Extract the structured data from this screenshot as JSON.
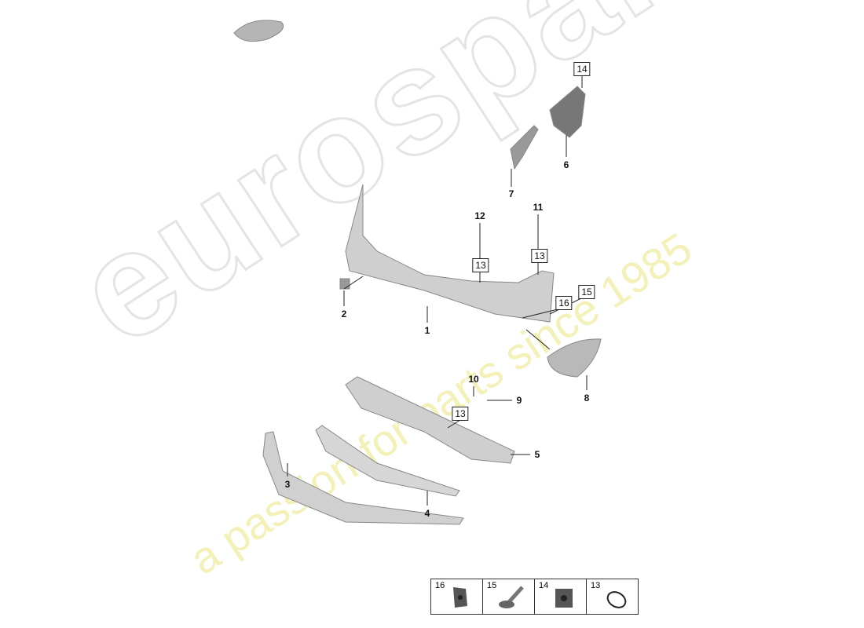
{
  "watermark": {
    "brand": "eurospares",
    "tagline": "a passion for parts since 1985"
  },
  "callouts": [
    {
      "label": "14",
      "boxed": true
    },
    {
      "label": "6",
      "boxed": false
    },
    {
      "label": "7",
      "boxed": false
    },
    {
      "label": "12",
      "boxed": false
    },
    {
      "label": "11",
      "boxed": false
    },
    {
      "label": "13",
      "boxed": true
    },
    {
      "label": "13",
      "boxed": true
    },
    {
      "label": "15",
      "boxed": true
    },
    {
      "label": "16",
      "boxed": true
    },
    {
      "label": "2",
      "boxed": false
    },
    {
      "label": "1",
      "boxed": false
    },
    {
      "label": "8",
      "boxed": false
    },
    {
      "label": "10",
      "boxed": false
    },
    {
      "label": "9",
      "boxed": false
    },
    {
      "label": "13",
      "boxed": true
    },
    {
      "label": "5",
      "boxed": false
    },
    {
      "label": "3",
      "boxed": false
    },
    {
      "label": "4",
      "boxed": false
    }
  ],
  "legend": [
    {
      "label": "16",
      "icon": "clip-nut-icon"
    },
    {
      "label": "15",
      "icon": "expanding-rivet-icon"
    },
    {
      "label": "14",
      "icon": "cage-nut-icon"
    },
    {
      "label": "13",
      "icon": "o-ring-icon"
    }
  ]
}
